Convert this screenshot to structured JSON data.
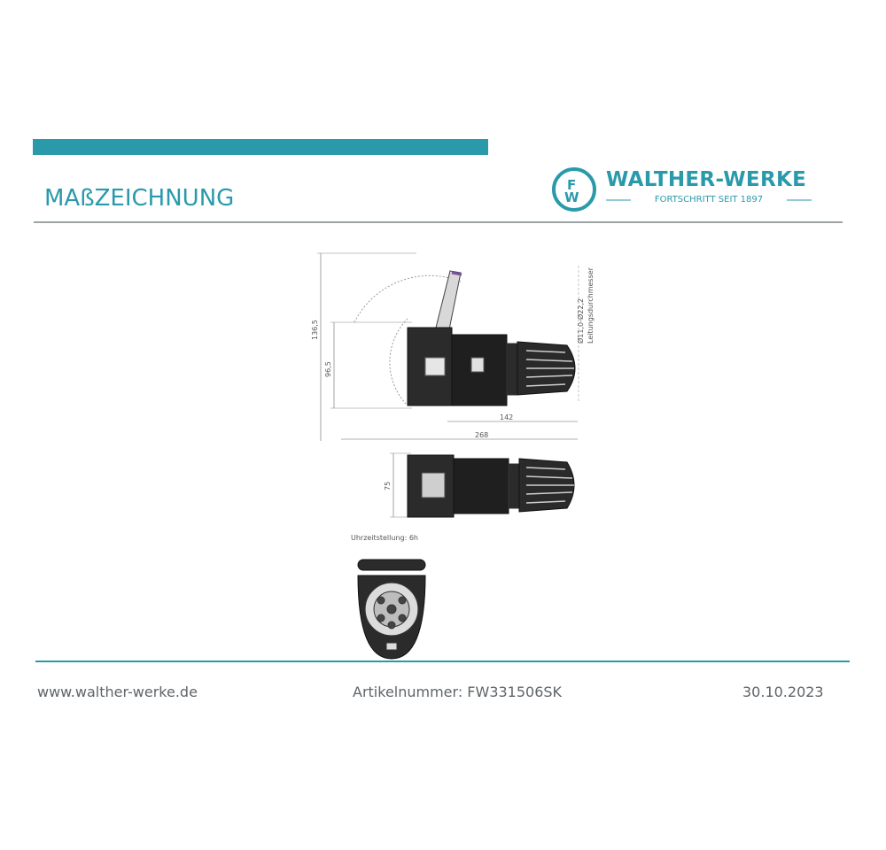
{
  "header": {
    "title": "MAßZEICHNUNG",
    "accent_color": "#2a9aab"
  },
  "logo": {
    "icon": "fw-logo-icon",
    "name": "WALTHER-WERKE",
    "tagline": "FORTSCHRITT SEIT 1897",
    "monogram_f": "F",
    "monogram_w": "W"
  },
  "drawing": {
    "dimensions": {
      "total_height": "136,5",
      "body_height": "96,5",
      "length_inner": "142",
      "length_total": "268",
      "width": "75"
    },
    "cable_note_1": "Ø11,0-Ø22,2",
    "cable_note_2": "Leitungsdurchmesser",
    "clock_position": "Uhrzeitstellung: 6h"
  },
  "footer": {
    "website": "www.walther-werke.de",
    "article_number": "Artikelnummer: FW331506SK",
    "date": "30.10.2023"
  }
}
